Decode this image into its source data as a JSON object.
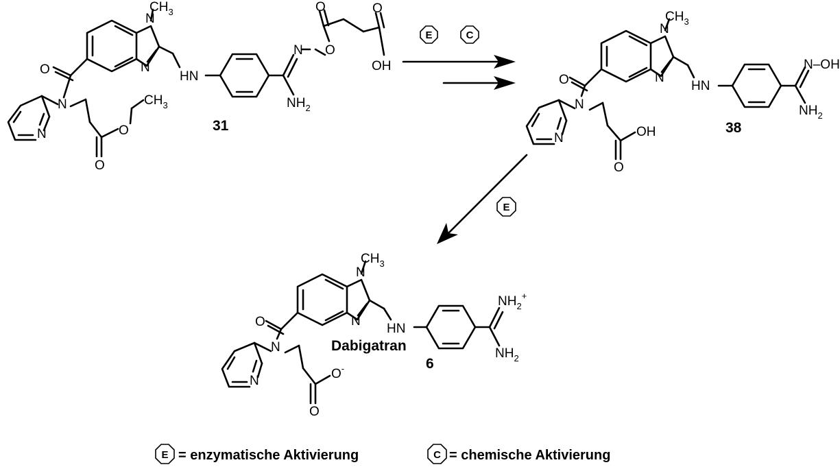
{
  "compounds": {
    "c31": {
      "number": "31",
      "atoms": {
        "n_methyl": "N",
        "ch3": "CH",
        "ch3_sub": "3",
        "n_imine": "N",
        "carbonyl_o": "O",
        "amide_n": "N",
        "pyridine_n": "N",
        "hn": "HN",
        "oxime_n": "N",
        "ester_o_link": "O",
        "acid_o_top": "O",
        "acid_oh": "OH",
        "anhydride_o": "O",
        "nh2": "NH",
        "nh2_sub": "2",
        "ethyl_ch3": "CH",
        "ethyl_ch3_sub": "3",
        "ester_o": "O",
        "ester_co": "O"
      }
    },
    "c38": {
      "number": "38",
      "atoms": {
        "n_methyl": "N",
        "ch3": "CH",
        "ch3_sub": "3",
        "n_imine": "N",
        "carbonyl_o": "O",
        "amide_n": "N",
        "pyridine_n": "N",
        "hn": "HN",
        "oxime": "N–OH",
        "nh2": "NH",
        "nh2_sub": "2",
        "acid_oh": "OH",
        "acid_o": "O"
      }
    },
    "c6": {
      "name": "Dabigatran",
      "number": "6",
      "atoms": {
        "n_methyl": "N",
        "ch3": "CH",
        "ch3_sub": "3",
        "n_imine": "N",
        "carbonyl_o": "O",
        "amide_n": "N",
        "pyridine_n": "N",
        "hn": "HN",
        "nh2_plus": "NH",
        "nh2_plus_sub": "2",
        "plus": "+",
        "nh2": "NH",
        "nh2_sub": "2",
        "carboxylate_o": "O",
        "minus": "-",
        "carboxylate_o2": "O"
      }
    }
  },
  "arrows": {
    "top_badges": [
      "E",
      "C"
    ],
    "down_badge": "E"
  },
  "legend": {
    "e_badge": "E",
    "e_text": "= enzymatische Aktivierung",
    "c_badge": "C",
    "c_text": "= chemische Aktivierung"
  }
}
